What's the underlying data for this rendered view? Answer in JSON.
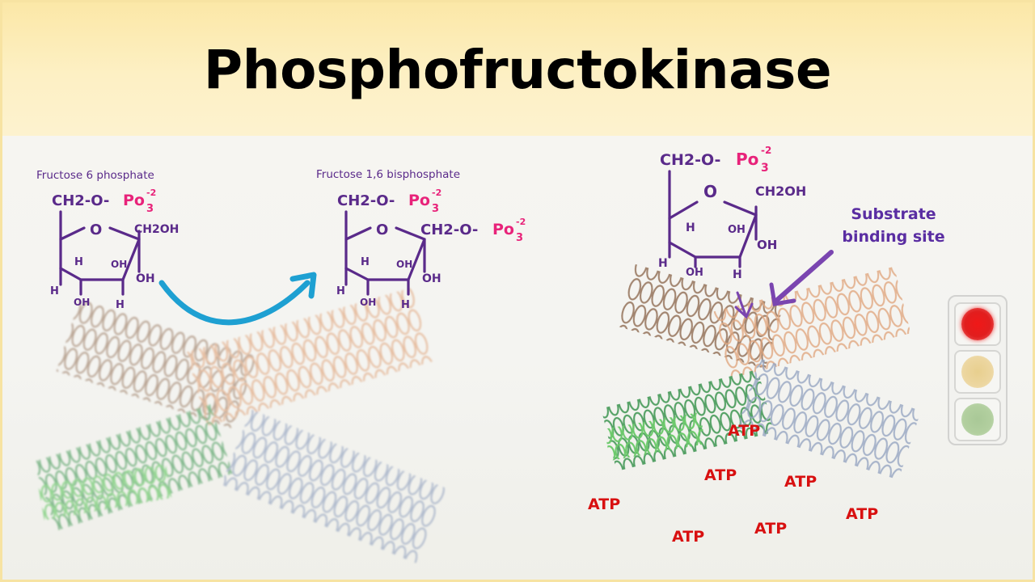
{
  "title": "Phosphofructokinase",
  "left_diagram": {
    "reactant_label": "Fructose 6 phosphate",
    "product_label": "Fructose 1,6  bisphosphate",
    "reactant": {
      "ch2_group": "CH2-O-",
      "phosphate": "Po",
      "phosphate_sub": "3",
      "phosphate_charge": "-2",
      "ring_oxygen": "O",
      "ch2oh": "CH2OH",
      "oh_1": "OH",
      "oh_2": "OH",
      "oh_3": "OH",
      "h_1": "H",
      "h_2": "H",
      "h_3": "H"
    },
    "product": {
      "ch2_group": "CH2-O-",
      "phosphate": "Po",
      "phosphate_sub": "3",
      "phosphate_charge": "-2",
      "ch2_group_2": "CH2-O-",
      "phosphate_2": "Po",
      "phosphate_sub_2": "3",
      "phosphate_charge_2": "-2",
      "ring_oxygen": "O",
      "oh_1": "OH",
      "oh_2": "OH",
      "oh_3": "OH",
      "h_1": "H",
      "h_2": "H",
      "h_3": "H"
    }
  },
  "right_diagram": {
    "molecule": {
      "ch2_group": "CH2-O-",
      "phosphate": "Po",
      "phosphate_sub": "3",
      "phosphate_charge": "-2",
      "ring_oxygen": "O",
      "ch2oh": "CH2OH",
      "oh_1": "OH",
      "oh_2": "OH",
      "oh_3": "OH",
      "h_1": "H",
      "h_2": "H",
      "h_3": "H"
    },
    "substrate_label_line1": "Substrate",
    "substrate_label_line2": "binding site",
    "atp_labels": [
      "ATP",
      "ATP",
      "ATP",
      "ATP",
      "ATP",
      "ATP",
      "ATP"
    ]
  },
  "traffic_light": {
    "states": [
      "red",
      "yellow",
      "green"
    ],
    "active": "red"
  },
  "colors": {
    "molecule": "#5a2a8a",
    "phosphate": "#e8237a",
    "arrow": "#1ea0d2",
    "atp": "#d81010",
    "substrate_label": "#5a2da2",
    "subunit_brown": "#a07a5c",
    "subunit_orange": "#e3a27a",
    "subunit_green": "#3a9a4a",
    "subunit_blue": "#8a9ab8",
    "light_red": "#e11e1e",
    "light_yellow": "#e8cf8e",
    "light_green": "#a9c897"
  }
}
